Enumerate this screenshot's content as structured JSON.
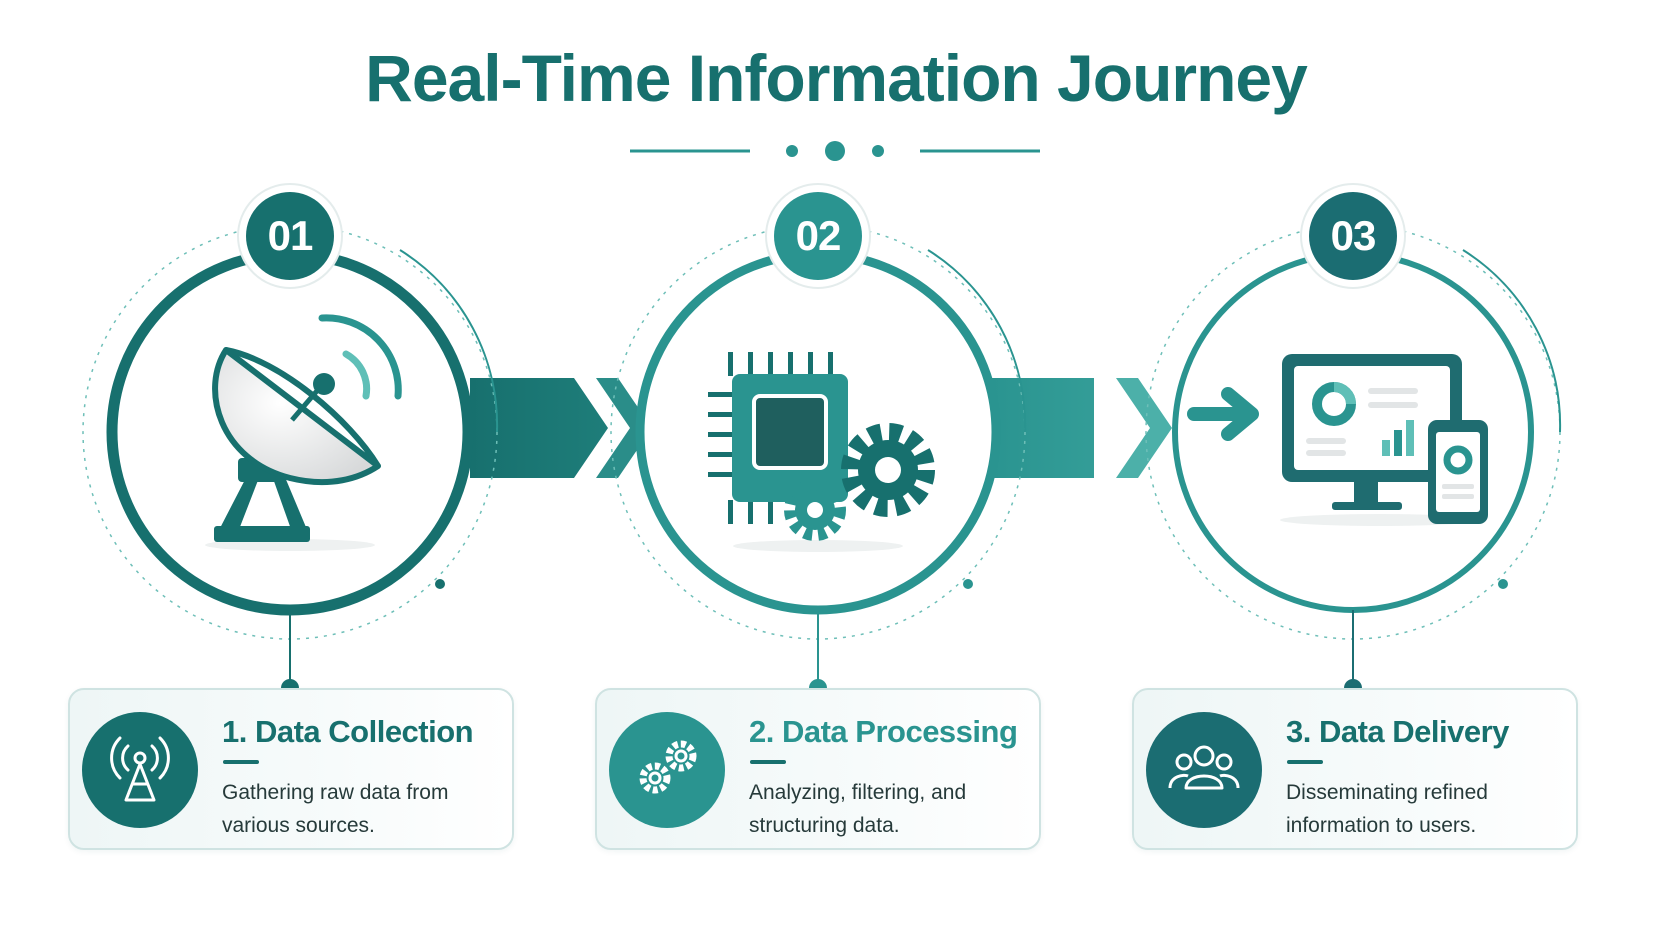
{
  "title": "Real-Time Information Journey",
  "steps": [
    {
      "number": "01",
      "title": "1. Data Collection",
      "description": "Gathering raw data from various sources.",
      "stage_icon": "satellite-dish-icon",
      "card_icon": "antenna-tower-icon",
      "color": "#17706e"
    },
    {
      "number": "02",
      "title": "2. Data Processing",
      "description": "Analyzing, filtering, and structuring data.",
      "stage_icon": "processor-chip-gears-icon",
      "card_icon": "gears-icon",
      "color": "#2a9490"
    },
    {
      "number": "03",
      "title": "3. Data Delivery",
      "description": "Disseminating refined information to users.",
      "stage_icon": "monitor-phone-dashboard-icon",
      "card_icon": "users-group-icon",
      "color": "#1b6d72"
    }
  ],
  "colors": {
    "dark_teal": "#17706e",
    "mid_teal": "#2a9490",
    "light_teal": "#5fbfb7",
    "pale": "#e8f3f2"
  }
}
